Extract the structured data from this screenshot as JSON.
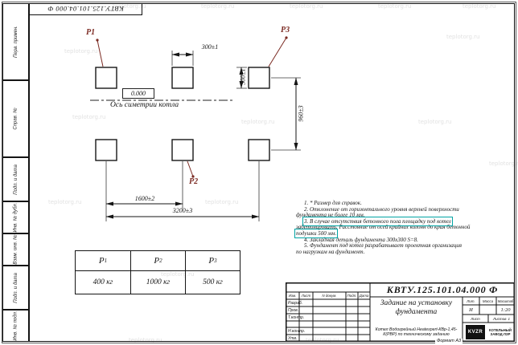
{
  "sheet": {
    "format_label": "Формат А3"
  },
  "top_block": {
    "doc_number": "КВТУ.125.101.04.000 Ф"
  },
  "margin": {
    "boxes": [
      {
        "label": "Перв. примен."
      },
      {
        "label": "Справ. №"
      },
      {
        "label": "Подп. и дата"
      },
      {
        "label": "Инв. № дубл."
      },
      {
        "label": "Взам. инв. №"
      },
      {
        "label": "Подп. и дата"
      },
      {
        "label": "Инв. № подл."
      }
    ]
  },
  "drawing": {
    "point_labels": {
      "p1": "Р1",
      "p2": "Р2",
      "p3": "Р3"
    },
    "elevation": "0.000",
    "axis_label": "Ось симетрии котла",
    "dims": {
      "pad_width": "300±1",
      "pad_height": "300±1",
      "row_spacing": "960±3",
      "col_spacing": "1600±2",
      "total_span": "3200±3"
    }
  },
  "notes": {
    "lines": [
      {
        "text": "1. * Размер для справок."
      },
      {
        "text": "2. Отклонение от горизонтального уровня верхней поверхности"
      },
      {
        "text": "фундамента не более 10 мм."
      },
      {
        "text": "3. В случае отсутствия бетонного пола площадку под котел"
      },
      {
        "text": "забетонировать. Расстояние от осей крайних колонн до края бетонной"
      },
      {
        "text": "подушки 500 мм."
      },
      {
        "text": "4. Закладная деталь фундамента  300х300 S=8."
      },
      {
        "text": "5. Фундамент под котел разрабатывает проектная организация"
      },
      {
        "text": "по нагрузкам на фундамент."
      }
    ]
  },
  "load_table": {
    "headers": [
      {
        "base": "Р",
        "sub": "1"
      },
      {
        "base": "Р",
        "sub": "2"
      },
      {
        "base": "Р",
        "sub": "3"
      }
    ],
    "values": [
      "400 кг",
      "1000 кг",
      "500 кг"
    ]
  },
  "stamp": {
    "doc_number": "КВТУ.125.101.04.000 Ф",
    "columns": [
      "Изм.",
      "Лист",
      "N докум.",
      "Подп.",
      "Дата"
    ],
    "rows": [
      "Разраб.",
      "Пров.",
      "Т.контр.",
      "Н.контр.",
      "Утв."
    ],
    "title": "Задание на установку фундамента",
    "subtitle": "Котел Водогрейный Heatexpert-КВр-1,45-К(РВР) по техническому заданию",
    "lit_label": "Лит.",
    "lit_value": "И",
    "mass_label": "Масса",
    "scale_label": "Масштаб",
    "scale_value": "1:20",
    "sheet_label": "Лист",
    "sheets_label": "Листов",
    "sheets_value": "1",
    "org_logo": "KVZR",
    "org_name": "КОТЕЛЬНЫЙ ЗАВОД ЛЗР"
  },
  "watermark": {
    "text": "teplotorg.ru"
  }
}
